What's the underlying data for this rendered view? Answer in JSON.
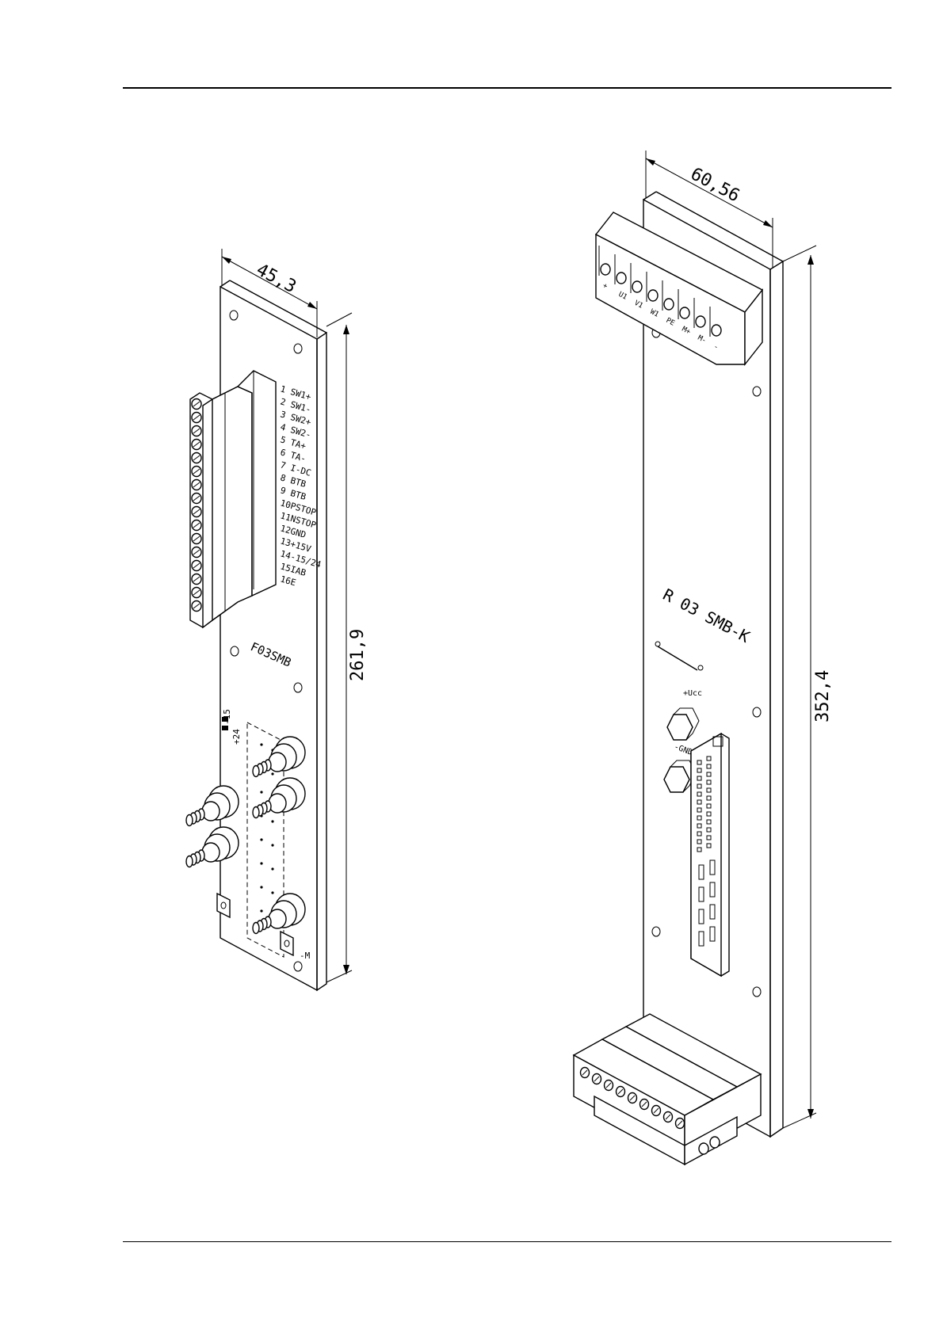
{
  "left_module": {
    "width_dim": "45,3",
    "height_dim": "261,9",
    "name": "F03SMB",
    "terminals": [
      "1 SW1+",
      "2 SW1-",
      "3 SW2+",
      "4 SW2-",
      "5 TA+",
      "6 TA-",
      "7 I-DC",
      "8 BTB",
      "9 BTB",
      "10PSTOP",
      "11NSTOP",
      "12GND",
      "13+15V",
      "14-15/24",
      "15IAB",
      "16E"
    ],
    "side_labels": [
      "-15",
      "+24"
    ],
    "marker_label": "-M"
  },
  "right_module": {
    "width_dim": "60,56",
    "height_dim": "352,4",
    "name": "R 03 SMB-K",
    "top_terminals": [
      "+",
      "U1",
      "V1",
      "W1",
      "PE",
      "M+",
      "M-",
      "-"
    ],
    "ucc_label": "+Ucc",
    "gnd_label": "-GND"
  }
}
